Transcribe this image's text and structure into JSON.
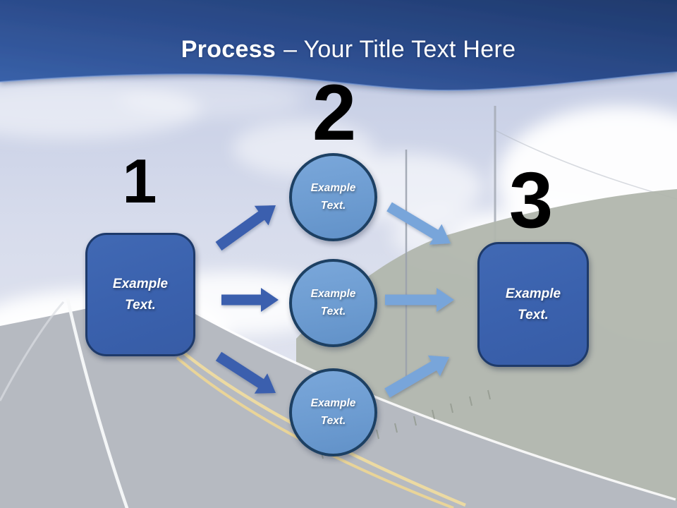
{
  "header": {
    "title_emphasis": "Process",
    "title_rest": "– Your Title Text Here"
  },
  "diagram": {
    "step1": {
      "number": "1",
      "label": "Example Text."
    },
    "step2": {
      "number": "2",
      "circles": [
        {
          "label": "Example Text."
        },
        {
          "label": "Example Text."
        },
        {
          "label": "Example Text."
        }
      ]
    },
    "step3": {
      "number": "3",
      "label": "Example Text."
    }
  },
  "colors": {
    "header_gradient_start": "#3a63ac",
    "header_gradient_end": "#1f3a6d",
    "box_fill": "#3b61ac",
    "box_border": "#1e3a6a",
    "circle_fill": "#6f9ed6",
    "circle_border": "#1d4063",
    "arrow_dark": "#3a5eae",
    "arrow_light": "#78a5da",
    "number_color": "#000000",
    "title_color": "#ffffff"
  }
}
